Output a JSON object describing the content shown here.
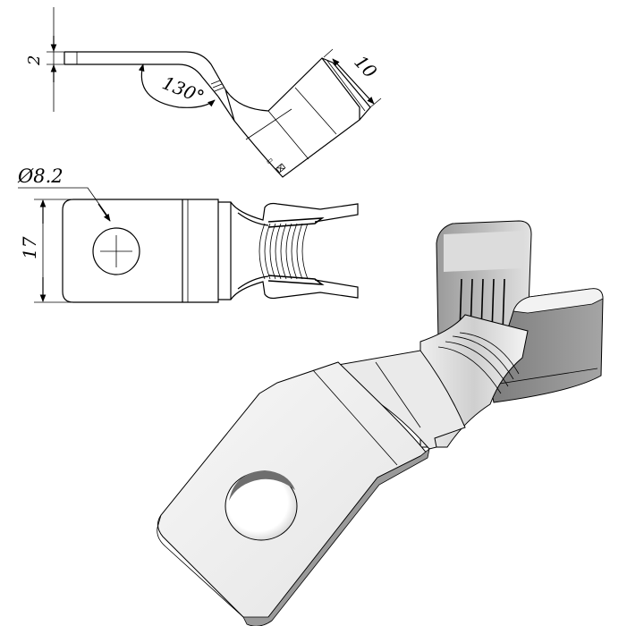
{
  "dimensions": {
    "thickness": "2",
    "angle": "130°",
    "width_side": "10",
    "hole_diameter": "Ø8.2",
    "width_front": "17"
  },
  "colors": {
    "ink": "#000000",
    "face_light": "#f2f2f2",
    "face_mid": "#d6d6d6",
    "face_dark": "#8c8c8c",
    "face_shadow": "#6e6e6e"
  }
}
